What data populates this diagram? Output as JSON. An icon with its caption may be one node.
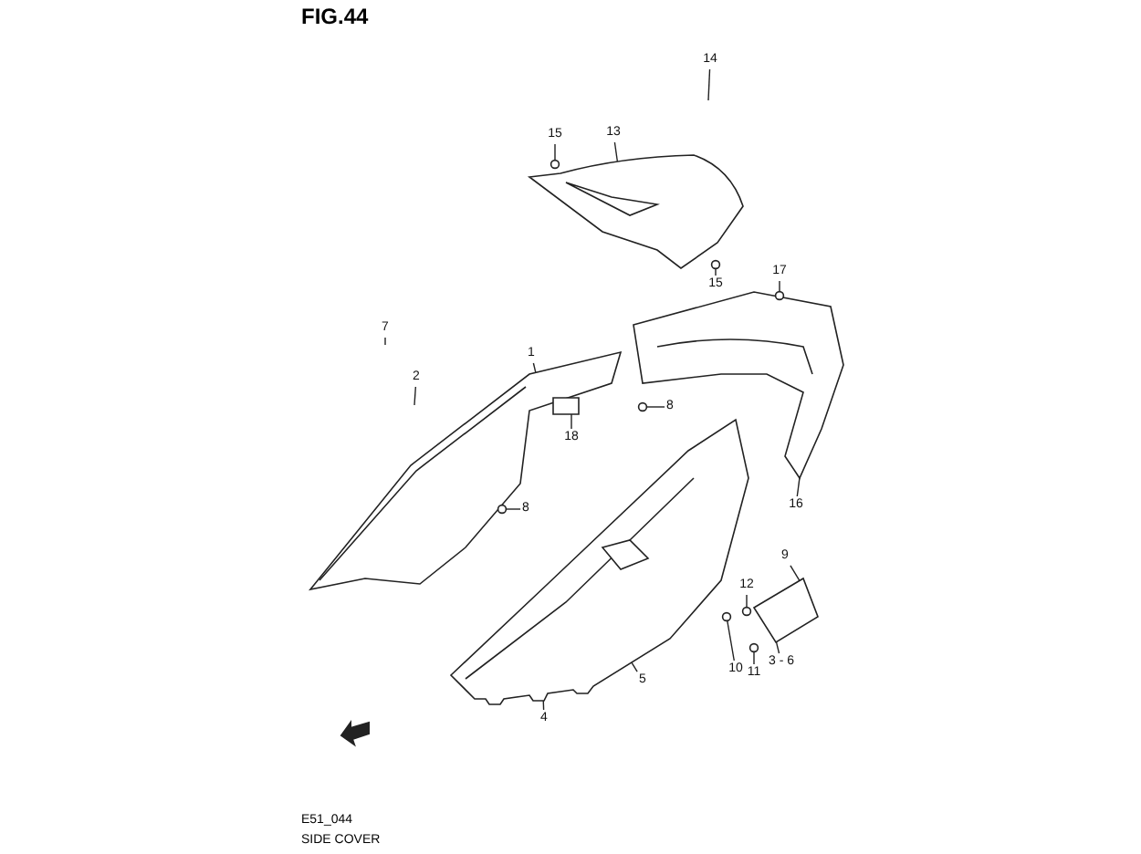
{
  "diagram": {
    "title": "FIG.44",
    "nodes": [
      {
        "text": [
          "14"
        ]
      },
      {
        "text": [
          "13"
        ]
      },
      {
        "text": [
          "15"
        ]
      },
      {
        "text": [
          "17"
        ]
      },
      {
        "text": [
          "15"
        ]
      },
      {
        "text": [
          "7"
        ]
      },
      {
        "text": [
          "1"
        ]
      },
      {
        "text": [
          "2"
        ]
      },
      {
        "text": [
          "8"
        ]
      },
      {
        "text": [
          "18"
        ]
      },
      {
        "text": [
          "16"
        ]
      },
      {
        "text": [
          "8"
        ]
      },
      {
        "text": [
          "9"
        ]
      },
      {
        "text": [
          "12"
        ]
      },
      {
        "text": [
          "3 - 6"
        ]
      },
      {
        "text": [
          "5"
        ]
      },
      {
        "text": [
          "10"
        ]
      },
      {
        "text": [
          "11"
        ]
      },
      {
        "text": [
          "4"
        ]
      },
      {
        "text": [],
        "shape": "picture"
      },
      {
        "text": [],
        "shape": "picture"
      },
      {
        "text": [],
        "shape": "picture"
      },
      {
        "text": [],
        "shape": "picture"
      },
      {
        "text": [],
        "shape": "picture"
      },
      {
        "text": [],
        "shape": "box"
      },
      {
        "text": [],
        "shape": "circle"
      },
      {
        "text": [],
        "shape": "circle"
      },
      {
        "text": [],
        "shape": "circle"
      },
      {
        "text": [],
        "shape": "circle"
      },
      {
        "text": [],
        "shape": "circle"
      },
      {
        "text": [],
        "shape": "circle"
      },
      {
        "text": [],
        "shape": "circle"
      },
      {
        "text": [],
        "shape": "circle"
      }
    ],
    "edges": [
      {
        "from": 0,
        "to": null,
        "arrow": "none"
      },
      {
        "from": 1,
        "to": 19,
        "arrow": "none"
      },
      {
        "from": 2,
        "to": 25,
        "arrow": "none"
      },
      {
        "from": 3,
        "to": 27,
        "arrow": "none"
      },
      {
        "from": 4,
        "to": 26,
        "arrow": "none"
      },
      {
        "from": 5,
        "to": null,
        "arrow": "none"
      },
      {
        "from": 6,
        "to": 21,
        "arrow": "none"
      },
      {
        "from": 7,
        "to": null,
        "arrow": "none"
      },
      {
        "from": 8,
        "to": 28,
        "arrow": "none"
      },
      {
        "from": 9,
        "to": 24,
        "arrow": "none"
      },
      {
        "from": 10,
        "to": 20,
        "arrow": "none"
      },
      {
        "from": 11,
        "to": 29,
        "arrow": "none"
      },
      {
        "from": 12,
        "to": 23,
        "arrow": "none"
      },
      {
        "from": 13,
        "to": 30,
        "arrow": "none"
      },
      {
        "from": 14,
        "to": 23,
        "arrow": "none"
      },
      {
        "from": 15,
        "to": 22,
        "arrow": "none"
      },
      {
        "from": 16,
        "to": 31,
        "arrow": "none"
      },
      {
        "from": 17,
        "to": 32,
        "arrow": "none"
      },
      {
        "from": 18,
        "to": 22,
        "arrow": "none"
      }
    ],
    "labels": [
      "E51_044",
      "SIDE COVER"
    ]
  }
}
